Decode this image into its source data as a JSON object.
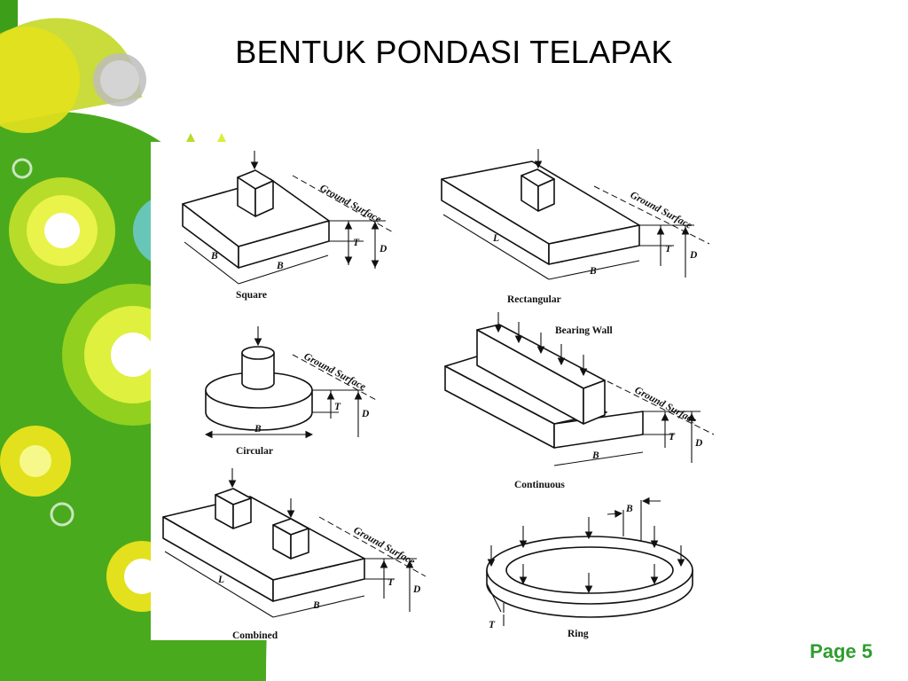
{
  "slide": {
    "title": "BENTUK PONDASI TELAPAK",
    "page_label": "Page 5",
    "theme_colors": {
      "green": "#4aaa1e",
      "yellow": "#e6e21a",
      "light_blue": "#6fcde0"
    }
  },
  "diagram": {
    "square": {
      "caption": "Square",
      "ground": "Ground Surface",
      "width_label": "B",
      "T": "T",
      "D": "D"
    },
    "rectangular": {
      "caption": "Rectangular",
      "ground": "Ground Surface",
      "length_label": "L",
      "width_label": "B",
      "T": "T",
      "D": "D"
    },
    "circular": {
      "caption": "Circular",
      "ground": "Ground Surface",
      "width_label": "B",
      "T": "T",
      "D": "D"
    },
    "continuous": {
      "caption": "Continuous",
      "wall_label": "Bearing Wall",
      "ground": "Ground Surface",
      "width_label": "B",
      "T": "T",
      "D": "D"
    },
    "combined": {
      "caption": "Combined",
      "ground": "Ground Surface",
      "length_label": "L",
      "width_label": "B",
      "T": "T",
      "D": "D"
    },
    "ring": {
      "caption": "Ring",
      "width_label": "B",
      "T": "T"
    }
  }
}
